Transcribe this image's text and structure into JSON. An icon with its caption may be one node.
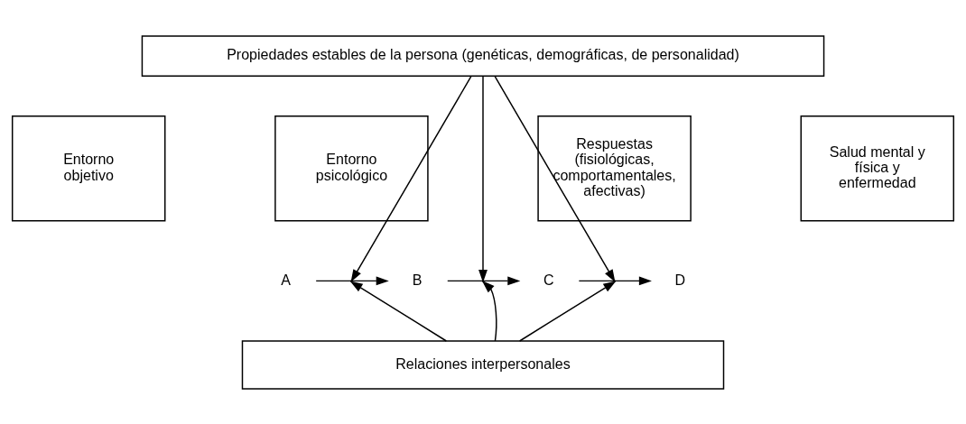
{
  "diagram": {
    "nodes": [
      {
        "text": [
          "Propiedades estables de la persona (genéticas, demográficas, de personalidad)"
        ]
      },
      {
        "text": [
          "Entorno objetivo"
        ]
      },
      {
        "text": [
          "Entorno psicológico"
        ]
      },
      {
        "text": [
          "Respuestas (fisiológicas, comportamentales, afectivas)"
        ]
      },
      {
        "text": [
          "Salud mental y física y enfermedad"
        ]
      },
      {
        "text": [
          "A"
        ]
      },
      {
        "text": [
          "B"
        ]
      },
      {
        "text": [
          "C"
        ]
      },
      {
        "text": [
          "D"
        ]
      },
      {
        "text": [
          "Relaciones interpersonales"
        ]
      }
    ],
    "edges": [
      {
        "from": 5,
        "to": 6,
        "arrow": "to"
      },
      {
        "from": 6,
        "to": 7,
        "arrow": "to"
      },
      {
        "from": 7,
        "to": 8,
        "arrow": "to"
      },
      {
        "from": 0,
        "to": null,
        "arrow": "to"
      },
      {
        "from": 0,
        "to": null,
        "arrow": "to"
      },
      {
        "from": 0,
        "to": null,
        "arrow": "to"
      },
      {
        "from": 9,
        "to": null,
        "arrow": "to"
      },
      {
        "from": 9,
        "to": null,
        "arrow": "to"
      },
      {
        "from": 9,
        "to": null,
        "arrow": "to"
      }
    ]
  }
}
